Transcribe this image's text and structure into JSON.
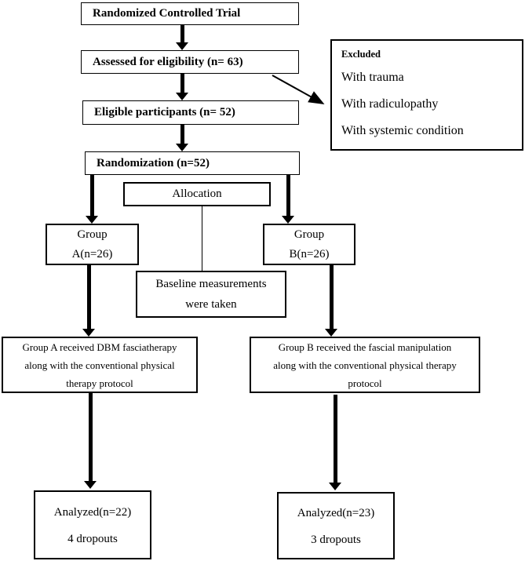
{
  "colors": {
    "line": "#000000",
    "background": "#ffffff",
    "text": "#000000"
  },
  "boxes": {
    "rct": {
      "label": "Randomized Controlled Trial"
    },
    "assessed": {
      "label": "Assessed for eligibility (n= 63)"
    },
    "excluded": {
      "title": "Excluded",
      "items": [
        "With trauma",
        "With radiculopathy",
        "With systemic condition"
      ]
    },
    "eligible": {
      "label": "Eligible participants (n= 52)"
    },
    "randomization": {
      "label": "Randomization (n=52)"
    },
    "allocation": {
      "label": "Allocation"
    },
    "group_a": {
      "lines": [
        "Group",
        "A(n=26)"
      ]
    },
    "group_b": {
      "lines": [
        "Group",
        "B(n=26)"
      ]
    },
    "baseline": {
      "lines": [
        "Baseline measurements",
        "were taken"
      ]
    },
    "treatment_a": {
      "lines": [
        "Group A received DBM fasciatherapy",
        "along with the conventional physical",
        "therapy protocol"
      ]
    },
    "treatment_b": {
      "lines": [
        "Group B received the fascial manipulation",
        "along with the conventional physical therapy",
        "protocol"
      ]
    },
    "analyzed_a": {
      "lines": [
        "Analyzed(n=22)",
        "4 dropouts"
      ]
    },
    "analyzed_b": {
      "lines": [
        "Analyzed(n=23)",
        "3 dropouts"
      ]
    }
  }
}
